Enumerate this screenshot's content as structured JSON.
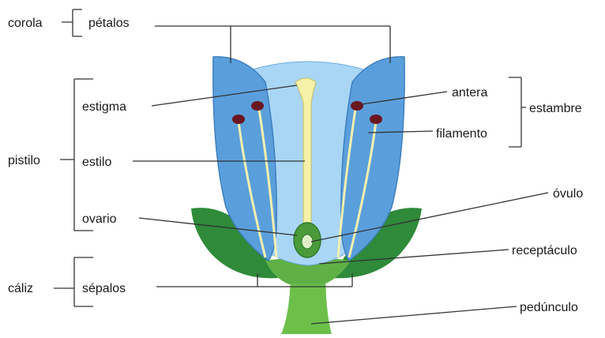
{
  "labels": {
    "corola": "corola",
    "petalos": "pétalos",
    "pistilo": "pistilo",
    "estigma": "estigma",
    "estilo": "estilo",
    "ovario": "ovario",
    "caliz": "cáliz",
    "sepalos": "sépalos",
    "antera": "antera",
    "filamento": "filamento",
    "estambre": "estambre",
    "ovulo": "óvulo",
    "receptaculo": "receptáculo",
    "pedunculo": "pedúnculo"
  },
  "colors": {
    "petal_dark": "#5a9fdc",
    "petal_light": "#a9d6f5",
    "petal_outline": "#3f7fbf",
    "sepal": "#2f8a3a",
    "sepal_light": "#4fb04f",
    "stem": "#6cc04a",
    "style": "#f6f1a8",
    "anther": "#6b1620",
    "line": "#333333"
  }
}
